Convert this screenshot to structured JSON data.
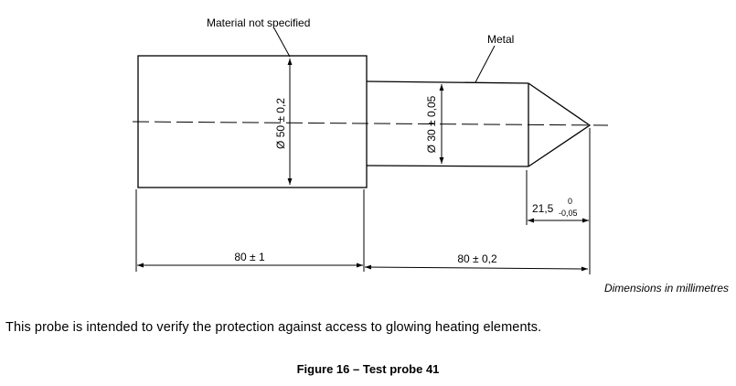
{
  "drawing": {
    "label_material": "Material not specified",
    "label_metal": "Metal",
    "dim_large_diameter": "Ø 50 ± 0,2",
    "dim_small_diameter": "Ø 30 ± 0,05",
    "dim_tip_base": "21,5",
    "dim_tip_upper": "0",
    "dim_tip_lower": "-0,05",
    "dim_left_length": "80 ± 1",
    "dim_right_length": "80 ± 0,2"
  },
  "units_note": "Dimensions in millimetres",
  "caption": "This probe is intended to verify the protection against access to glowing heating elements.",
  "figure_title": "Figure 16 – Test probe 41"
}
